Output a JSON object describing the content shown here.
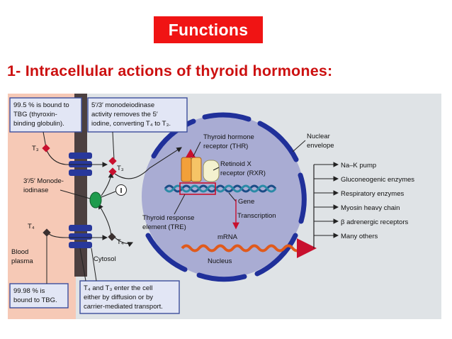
{
  "header": {
    "badge": "Functions",
    "heading": "1- Intracellular actions of thyroid hormones:"
  },
  "diagram": {
    "box_tbg_bound": [
      "99.5 % is bound to",
      "TBG (thyroxin-",
      "binding globulin)."
    ],
    "box_deiodinase": [
      "5′/3′ monodeiodinase",
      "activity removes the 5′",
      "iodine, converting T₄ to T₃."
    ],
    "box_bound_9998": [
      "99.98 % is",
      "bound to TBG."
    ],
    "box_transport": [
      "T₄ and T₃ enter the cell",
      "either by diffusion or by",
      "carrier-mediated transport."
    ],
    "t3_left": "T₃",
    "t3_right": "T₃",
    "t4_left": "T₄",
    "t4_right": "T₄",
    "monodeiodinase": [
      "3′/5′ Monode-",
      "iodinase"
    ],
    "circle_label": "I",
    "blood_plasma": [
      "Blood",
      "plasma"
    ],
    "cytosol": "Cytosol",
    "nucleus": "Nucleus",
    "nuclear_envelope": [
      "Nuclear",
      "envelope"
    ],
    "thr": [
      "Thyroid hormone",
      "receptor (THR)"
    ],
    "rxr": [
      "Retinoid X",
      "receptor (RXR)"
    ],
    "gene": "Gene",
    "transcription": "Transcription",
    "tre": [
      "Thyroid response",
      "element (TRE)"
    ],
    "mrna": "mRNA",
    "effects": [
      "Na–K pump",
      "Gluconeogenic enzymes",
      "Respiratory enzymes",
      "Myosin heavy chain",
      "β adrenergic receptors",
      "Many others"
    ],
    "colors": {
      "blood": "#f6c9b6",
      "cell": "#dfe3e6",
      "membrane": "#4c4040",
      "nucleus": "#a9acd3",
      "envelope": "#20309a",
      "box_fill": "#e2e6f5",
      "box_border": "#3c4e9c",
      "hormone": "#c8102e",
      "accent": "#f01414"
    }
  }
}
